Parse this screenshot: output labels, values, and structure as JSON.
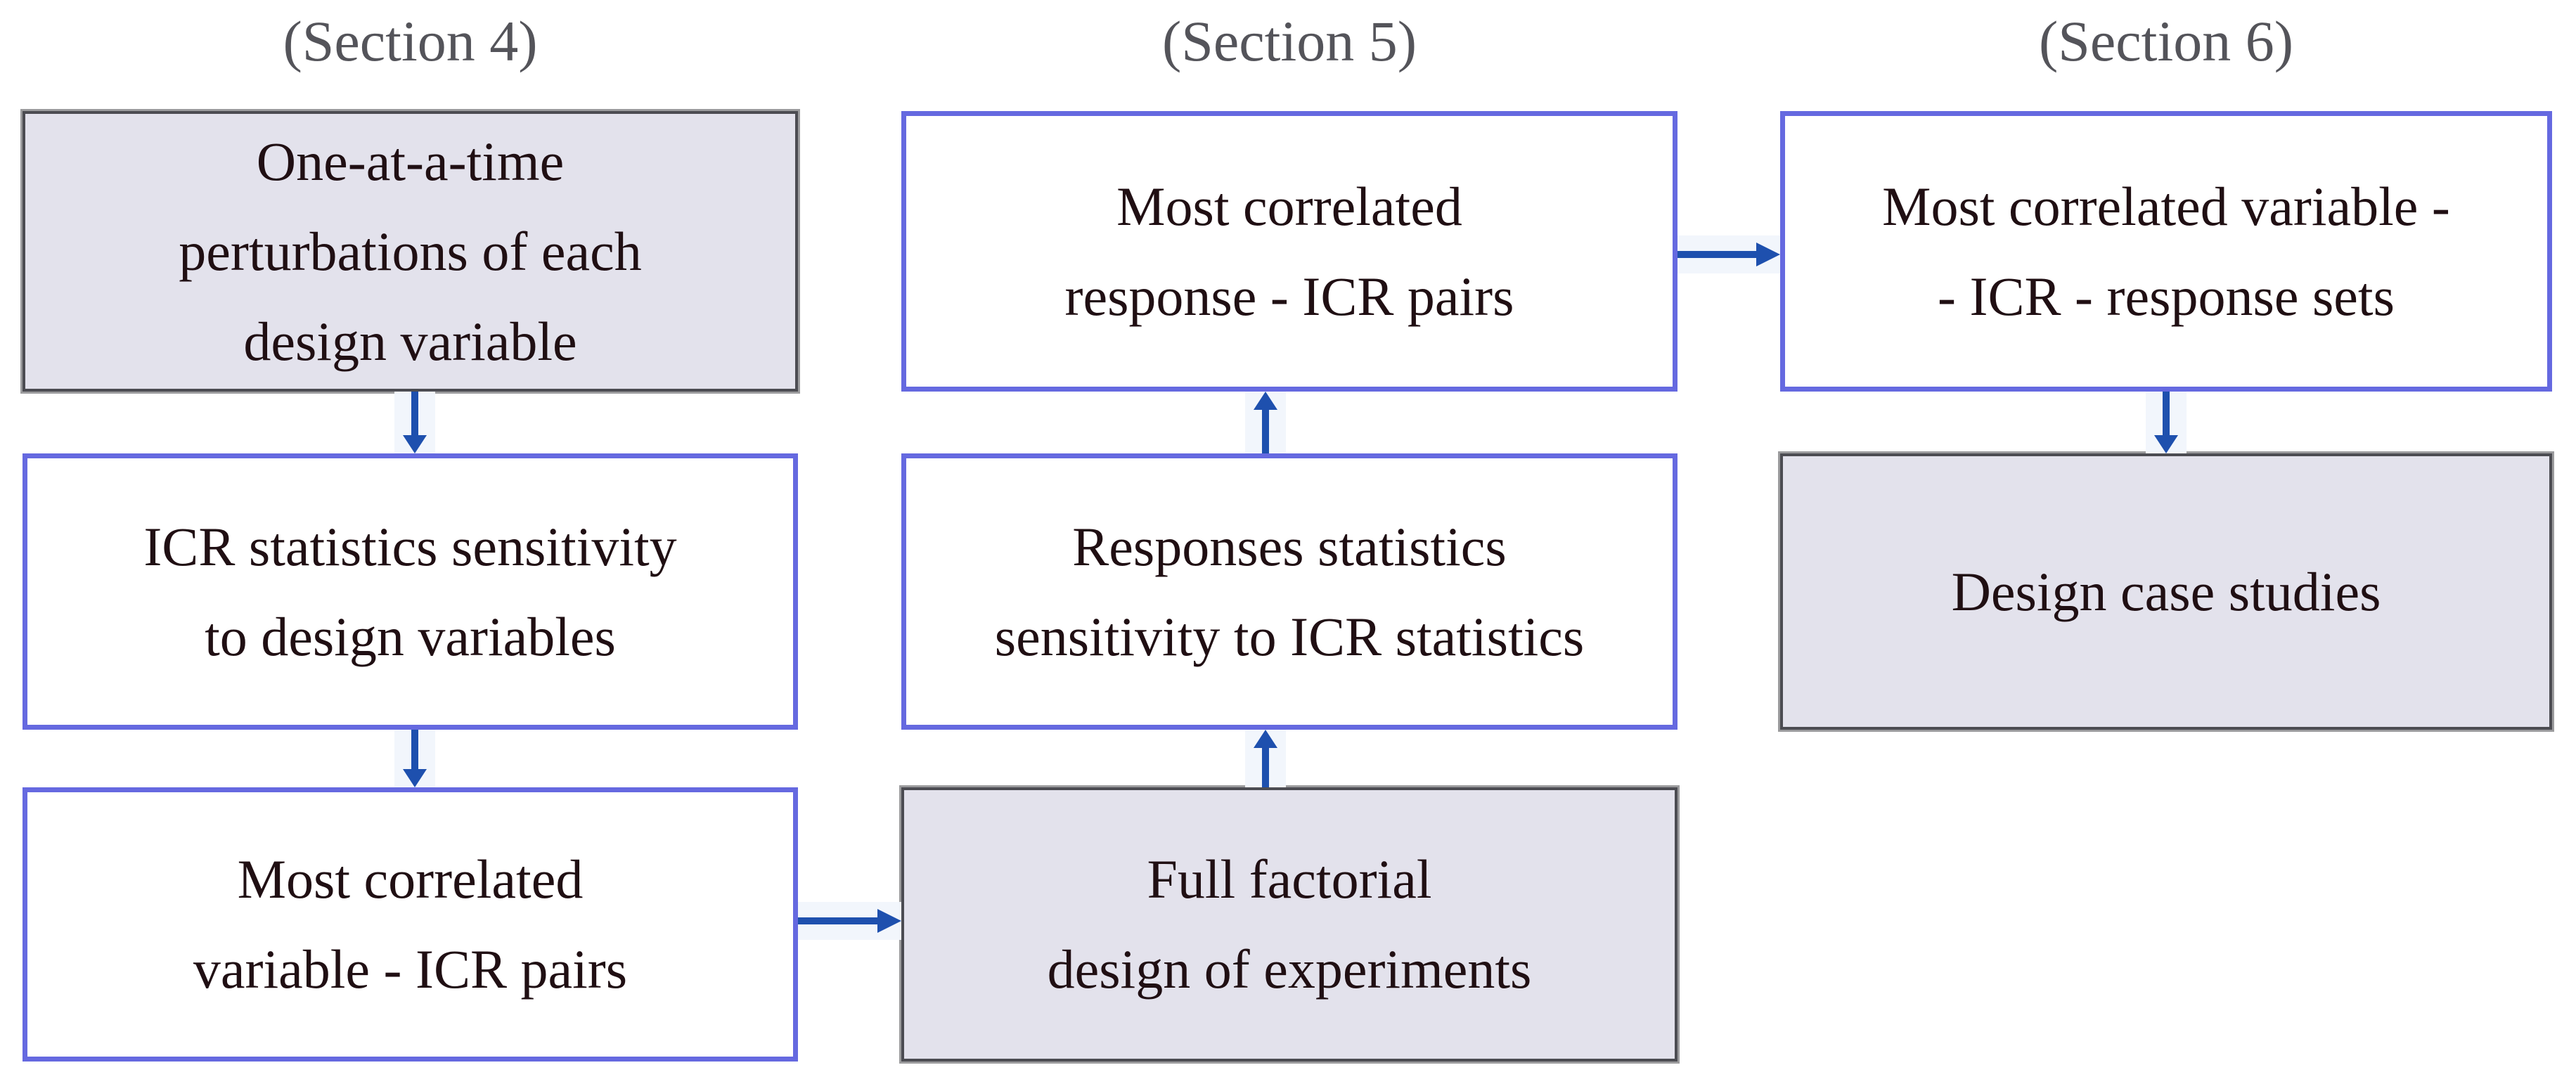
{
  "figure": {
    "sections": [
      {
        "title": "(Section 4)"
      },
      {
        "title": "(Section 5)"
      },
      {
        "title": "(Section 6)"
      }
    ],
    "boxes": [
      {
        "id": "one-at-a-time-perturbations",
        "section": "(Section 4)",
        "variant": "filled",
        "label_lines": [
          "One-at-a-time",
          "perturbations of each",
          "design variable"
        ]
      },
      {
        "id": "icr-statistics-sensitivity",
        "section": "(Section 4)",
        "variant": "outlined",
        "label_lines": [
          "ICR statistics sensitivity",
          "to design variables"
        ]
      },
      {
        "id": "most-correlated-variable-icr-pairs",
        "section": "(Section 4)",
        "variant": "outlined",
        "label_lines": [
          "Most correlated",
          "variable - ICR pairs"
        ]
      },
      {
        "id": "most-correlated-response-icr-pairs",
        "section": "(Section 5)",
        "variant": "outlined",
        "label_lines": [
          "Most correlated",
          "response - ICR pairs"
        ]
      },
      {
        "id": "responses-statistics-sensitivity",
        "section": "(Section 5)",
        "variant": "outlined",
        "label_lines": [
          "Responses statistics",
          "sensitivity to ICR statistics"
        ]
      },
      {
        "id": "full-factorial-doe",
        "section": "(Section 5)",
        "variant": "filled",
        "label_lines": [
          "Full factorial",
          "design of experiments"
        ]
      },
      {
        "id": "most-correlated-variable-icr-response-sets",
        "section": "(Section 6)",
        "variant": "outlined",
        "label_lines": [
          "Most correlated variable -",
          "- ICR - response sets"
        ]
      },
      {
        "id": "design-case-studies",
        "section": "(Section 6)",
        "variant": "filled",
        "label_lines": [
          "Design case studies"
        ]
      }
    ],
    "arrows": [
      {
        "from": "one-at-a-time-perturbations",
        "to": "icr-statistics-sensitivity",
        "direction": "down"
      },
      {
        "from": "icr-statistics-sensitivity",
        "to": "most-correlated-variable-icr-pairs",
        "direction": "down"
      },
      {
        "from": "most-correlated-variable-icr-pairs",
        "to": "full-factorial-doe",
        "direction": "right"
      },
      {
        "from": "full-factorial-doe",
        "to": "responses-statistics-sensitivity",
        "direction": "up"
      },
      {
        "from": "responses-statistics-sensitivity",
        "to": "most-correlated-response-icr-pairs",
        "direction": "up"
      },
      {
        "from": "most-correlated-response-icr-pairs",
        "to": "most-correlated-variable-icr-response-sets",
        "direction": "right"
      },
      {
        "from": "most-correlated-variable-icr-response-sets",
        "to": "design-case-studies",
        "direction": "down"
      }
    ]
  },
  "colors": {
    "outlined_border": "#6569e0",
    "filled_border_inner": "#4c4c52",
    "filled_border_outer": "#9b9b9d",
    "filled_fill": "#e3e2ec",
    "arrow": "#1e50ae",
    "arrow_halo": "#f2f6fc",
    "title_text": "#54545a",
    "box_text": "#200f13",
    "background": "#ffffff"
  }
}
